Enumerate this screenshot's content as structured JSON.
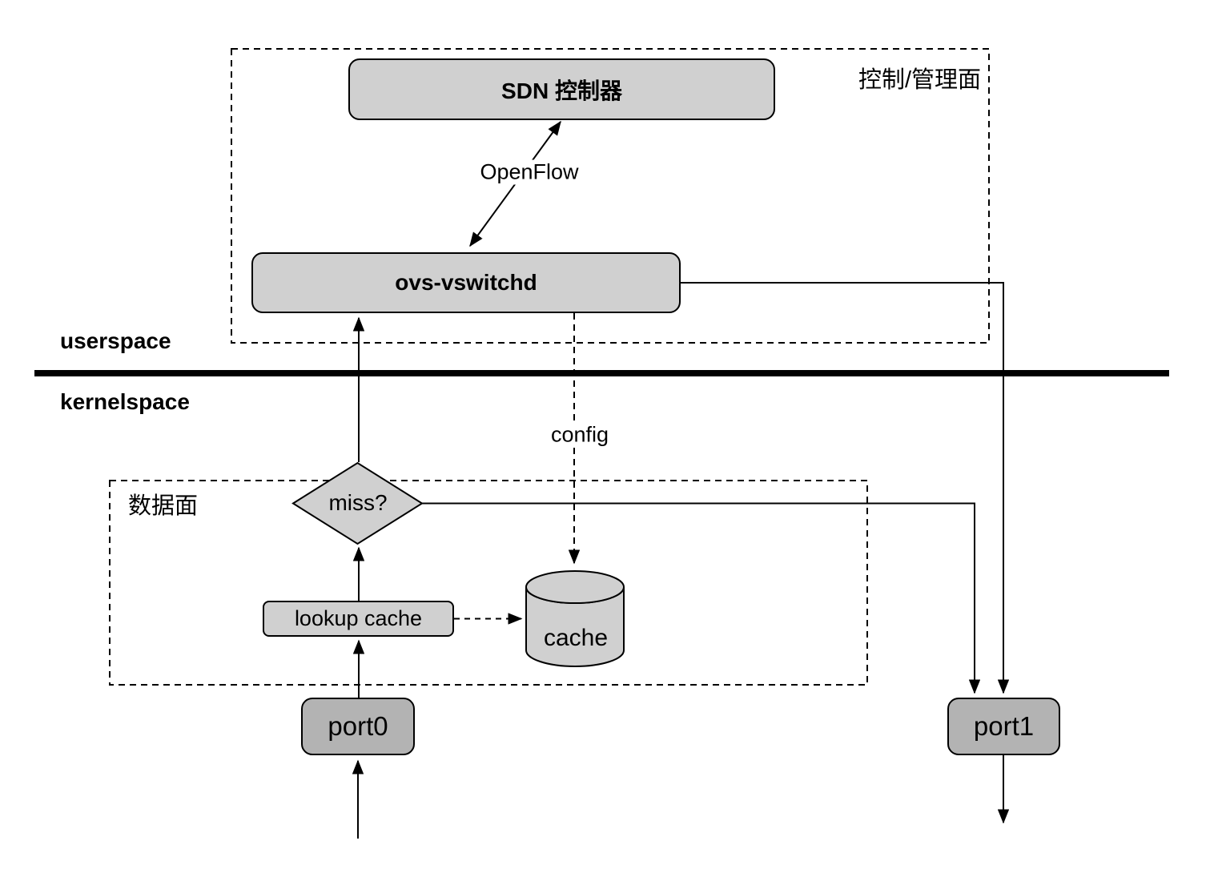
{
  "diagram": {
    "planes": {
      "control_label": "控制/管理面",
      "data_label": "数据面"
    },
    "spaces": {
      "userspace_label": "userspace",
      "kernelspace_label": "kernelspace"
    },
    "nodes": {
      "sdn_controller": "SDN 控制器",
      "ovs_vswitchd": "ovs-vswitchd",
      "miss_decision": "miss?",
      "lookup_cache": "lookup cache",
      "cache": "cache",
      "port0": "port0",
      "port1": "port1"
    },
    "edge_labels": {
      "openflow": "OpenFlow",
      "config": "config"
    },
    "colors": {
      "node_fill": "#d0d0d0",
      "port_fill": "#b3b3b3",
      "stroke": "#000000",
      "background": "#ffffff"
    }
  }
}
